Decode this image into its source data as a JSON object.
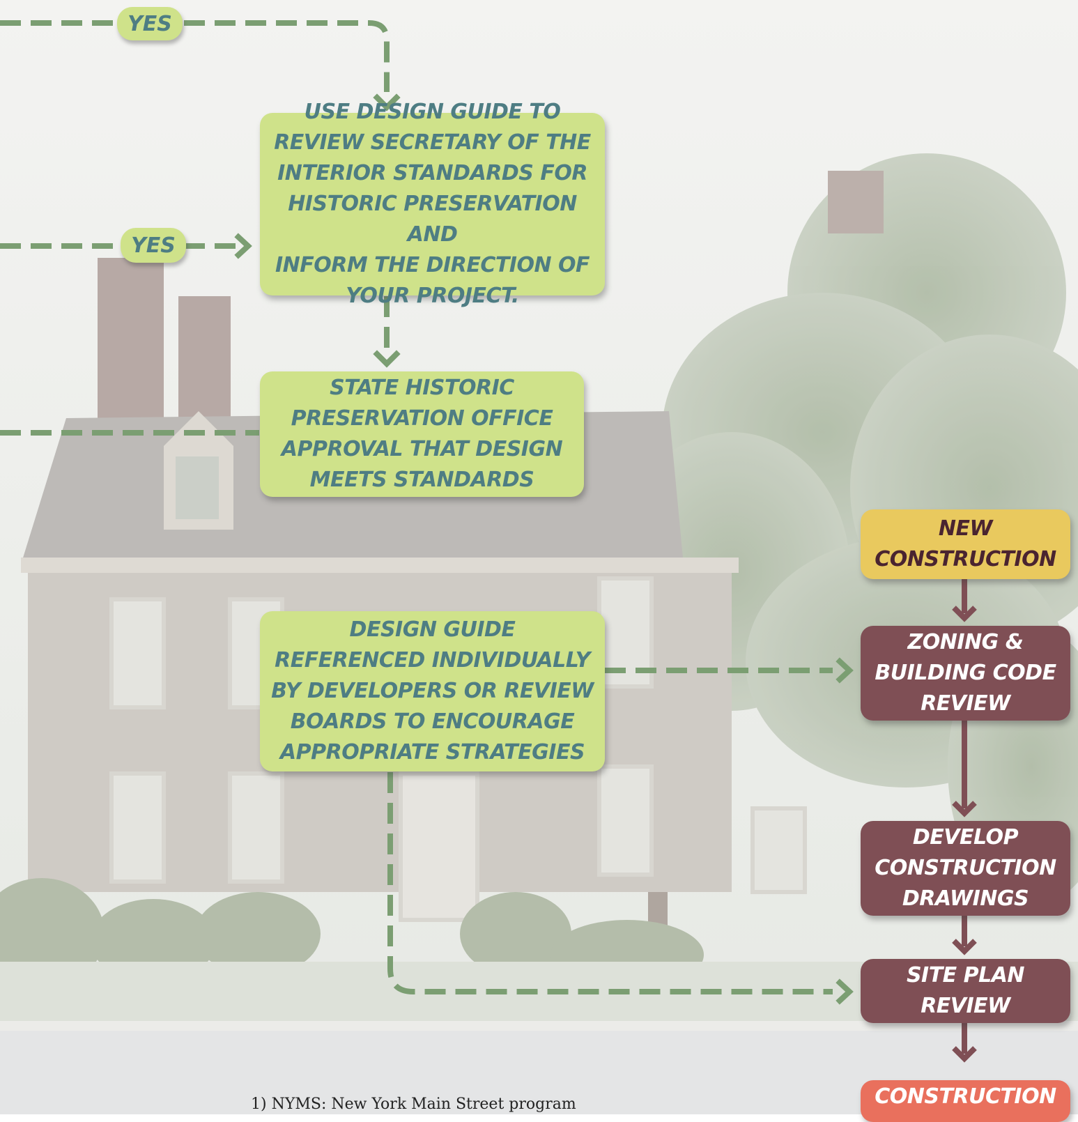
{
  "colors": {
    "green_fill": "#cfe28a",
    "green_text": "#4e7d83",
    "green_connector": "#7b9e72",
    "new_construction_fill": "#e9c95e",
    "new_construction_text": "#4a2430",
    "maroon_fill": "#7f4f55",
    "construction_fill": "#e9705d"
  },
  "labels": {
    "yes_top": "YES",
    "yes_middle": "YES"
  },
  "boxes": {
    "use_design_guide": "USE DESIGN GUIDE TO\nREVIEW SECRETARY OF THE\nINTERIOR STANDARDS FOR\nHISTORIC PRESERVATION AND\nINFORM THE DIRECTION OF\nYOUR PROJECT.",
    "shpo_approval": "STATE HISTORIC\nPRESERVATION OFFICE\nAPPROVAL THAT DESIGN\nMEETS STANDARDS",
    "design_guide_referenced": "DESIGN GUIDE\nREFERENCED INDIVIDUALLY\nBY DEVELOPERS OR REVIEW\nBOARDS TO ENCOURAGE\nAPPROPRIATE STRATEGIES",
    "new_construction": "NEW\nCONSTRUCTION",
    "zoning_review": "ZONING &\nBUILDING CODE\nREVIEW",
    "construction_drawings": "DEVELOP\nCONSTRUCTION\nDRAWINGS",
    "site_plan_review": "SITE PLAN\nREVIEW",
    "construction": "CONSTRUCTION"
  },
  "footnote": "1) NYMS: New York Main Street program"
}
